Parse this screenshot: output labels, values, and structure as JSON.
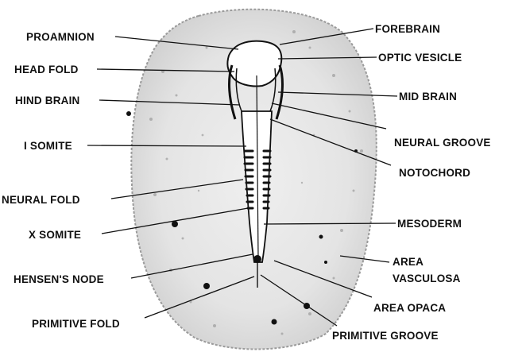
{
  "diagram": {
    "labels": {
      "proamnion": "PROAMNION",
      "head_fold": "HEAD FOLD",
      "hind_brain": "HIND BRAIN",
      "i_somite": "I SOMITE",
      "neural_fold": "NEURAL FOLD",
      "x_somite": "X SOMITE",
      "hensens_node": "HENSEN'S NODE",
      "primitive_fold": "PRIMITIVE FOLD",
      "forebrain": "FOREBRAIN",
      "optic_vesicle": "OPTIC VESICLE",
      "mid_brain": "MID BRAIN",
      "neural_groove": "NEURAL GROOVE",
      "notochord": "NOTOCHORD",
      "mesoderm": "MESODERM",
      "area_vasculosa_1": "AREA",
      "area_vasculosa_2": "VASCULOSA",
      "area_opaca": "AREA OPACA",
      "primitive_groove": "PRIMITIVE GROOVE"
    }
  }
}
